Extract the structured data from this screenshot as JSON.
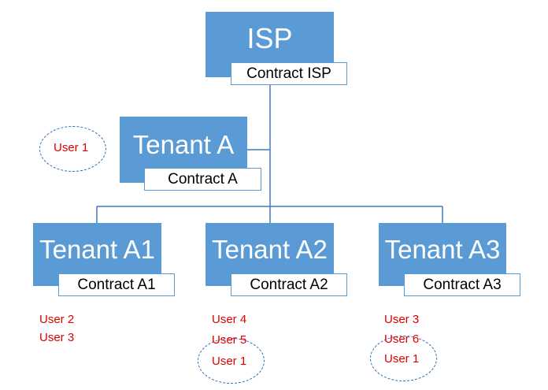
{
  "colors": {
    "node_fill": "#5b9bd5",
    "node_text": "#ffffff",
    "contract_border": "#5b9bd5",
    "connector": "#3e7cc0",
    "user_text": "#e00000",
    "user_ellipse": "#2e6bb0"
  },
  "isp": {
    "title": "ISP",
    "contract": "Contract ISP"
  },
  "tenant_a": {
    "title": "Tenant A",
    "contract": "Contract A",
    "user": "User 1"
  },
  "tenant_a1": {
    "title": "Tenant A1",
    "contract": "Contract A1",
    "users": [
      "User 2",
      "User 3"
    ]
  },
  "tenant_a2": {
    "title": "Tenant A2",
    "contract": "Contract A2",
    "users": [
      "User 4",
      "User 5",
      "User 1"
    ]
  },
  "tenant_a3": {
    "title": "Tenant A3",
    "contract": "Contract A3",
    "users": [
      "User 3",
      "User 6",
      "User 1"
    ]
  }
}
